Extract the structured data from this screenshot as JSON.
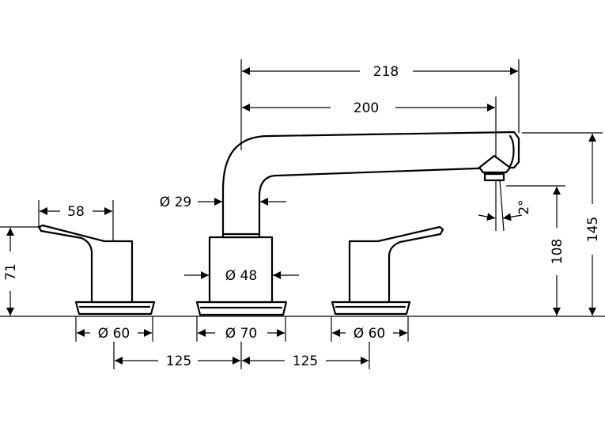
{
  "dimensions": {
    "d218": "218",
    "d200": "200",
    "d58": "58",
    "d29": "Ø 29",
    "d48": "Ø 48",
    "d71": "71",
    "d2deg": "2°",
    "d108": "108",
    "d145": "145",
    "d60a": "Ø 60",
    "d70": "Ø 70",
    "d60b": "Ø 60",
    "d125a": "125",
    "d125b": "125"
  }
}
